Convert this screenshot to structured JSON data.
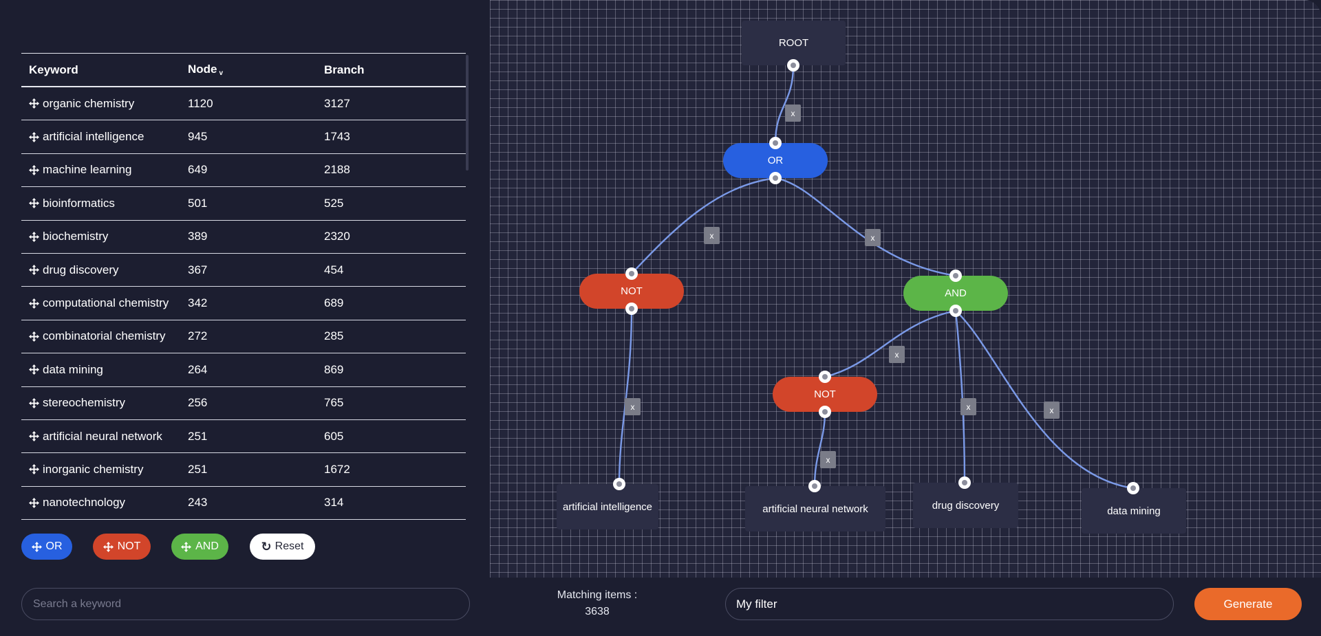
{
  "table": {
    "headers": {
      "keyword": "Keyword",
      "node": "Node",
      "node_sort": "v",
      "branch": "Branch"
    },
    "rows": [
      {
        "keyword": "organic chemistry",
        "node": "1120",
        "branch": "3127"
      },
      {
        "keyword": "artificial intelligence",
        "node": "945",
        "branch": "1743"
      },
      {
        "keyword": "machine learning",
        "node": "649",
        "branch": "2188"
      },
      {
        "keyword": "bioinformatics",
        "node": "501",
        "branch": "525"
      },
      {
        "keyword": "biochemistry",
        "node": "389",
        "branch": "2320"
      },
      {
        "keyword": "drug discovery",
        "node": "367",
        "branch": "454"
      },
      {
        "keyword": "computational chemistry",
        "node": "342",
        "branch": "689"
      },
      {
        "keyword": "combinatorial chemistry",
        "node": "272",
        "branch": "285"
      },
      {
        "keyword": "data mining",
        "node": "264",
        "branch": "869"
      },
      {
        "keyword": "stereochemistry",
        "node": "256",
        "branch": "765"
      },
      {
        "keyword": "artificial neural network",
        "node": "251",
        "branch": "605"
      },
      {
        "keyword": "inorganic chemistry",
        "node": "251",
        "branch": "1672"
      },
      {
        "keyword": "nanotechnology",
        "node": "243",
        "branch": "314"
      }
    ]
  },
  "operators": {
    "or": "OR",
    "not": "NOT",
    "and": "AND",
    "reset": "Reset"
  },
  "search": {
    "placeholder": "Search a keyword"
  },
  "graph": {
    "nodes": {
      "root": "ROOT",
      "or": "OR",
      "not1": "NOT",
      "and": "AND",
      "not2": "NOT",
      "leaf_ai": "artificial intelligence",
      "leaf_ann": "artificial neural network",
      "leaf_drug": "drug discovery",
      "leaf_dm": "data mining"
    },
    "remove_label": "x",
    "colors": {
      "or": "#2760e0",
      "not": "#d2452a",
      "and": "#5cb548",
      "edge": "#7b9ae8"
    }
  },
  "footer": {
    "matching_label": "Matching items :",
    "matching_count": "3638",
    "filter_value": "My filter",
    "generate_label": "Generate"
  }
}
